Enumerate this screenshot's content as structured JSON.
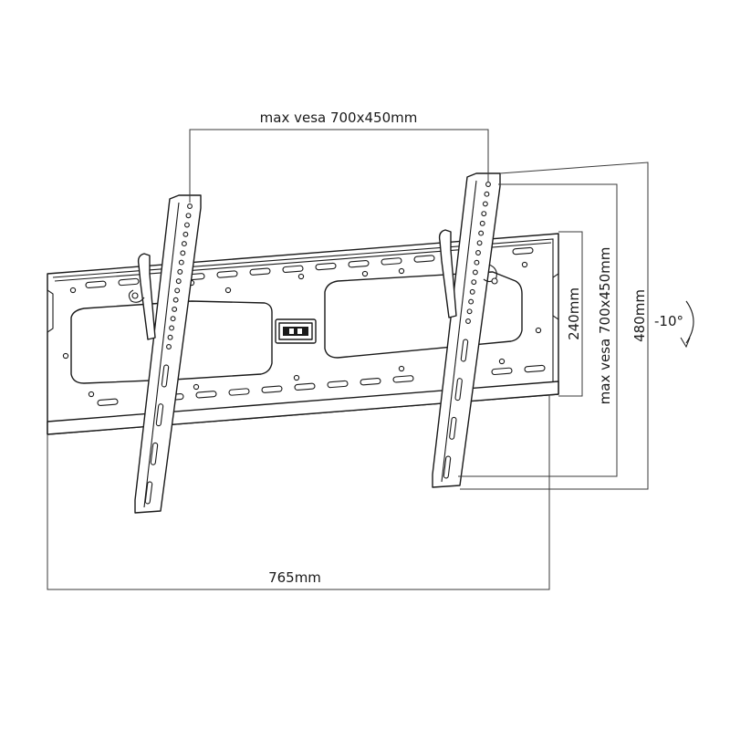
{
  "dimensions": {
    "top_width_label": "max vesa 700x450mm",
    "bottom_width_label": "765mm",
    "plate_height_label": "240mm",
    "vesa_height_label": "max vesa 700x450mm",
    "arm_height_label": "480mm",
    "tilt_label": "-10°"
  },
  "colors": {
    "line": "#1a1a1a",
    "background": "#ffffff"
  }
}
